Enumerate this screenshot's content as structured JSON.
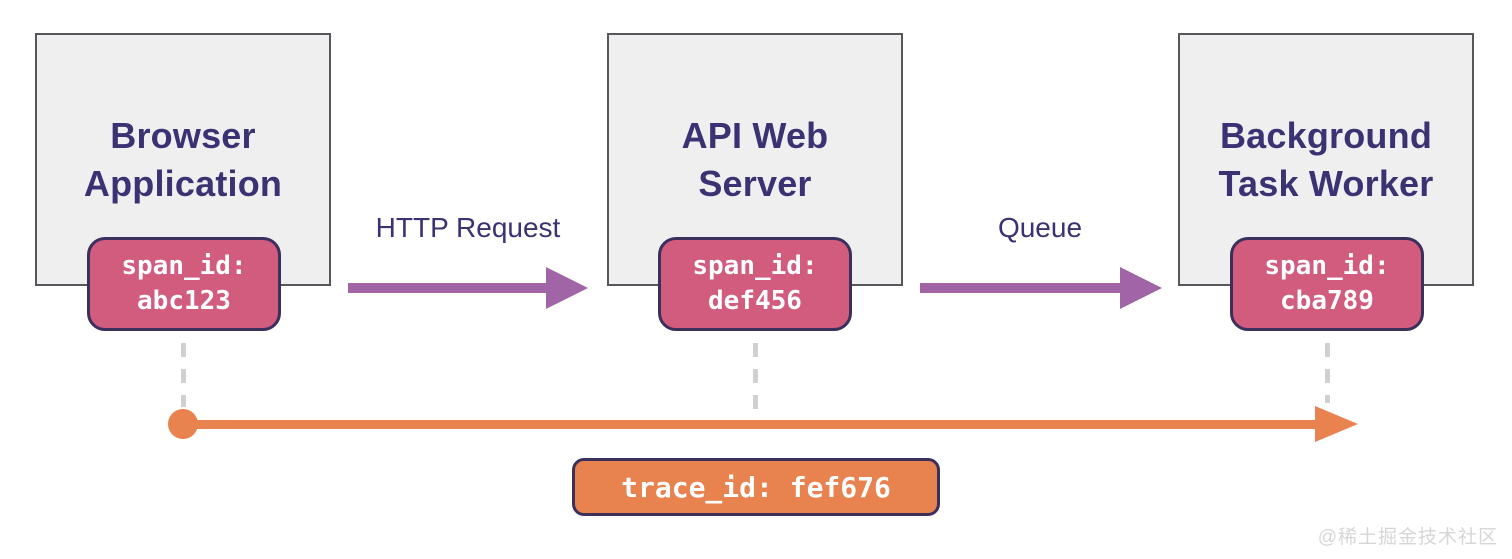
{
  "colors": {
    "navy": "#3a3272",
    "pink": "#d15c7d",
    "purple": "#a164a6",
    "orange": "#e8824f",
    "border_dark": "#3b2f5c",
    "box_fill": "#efeff0",
    "box_border": "#57575b",
    "dash": "#d0d0d0",
    "watermark": "#d6d6d6"
  },
  "nodes": [
    {
      "title_line1": "Browser",
      "title_line2": "Application",
      "span_label": "span_id:",
      "span_value": "abc123"
    },
    {
      "title_line1": "API Web",
      "title_line2": "Server",
      "span_label": "span_id:",
      "span_value": "def456"
    },
    {
      "title_line1": "Background",
      "title_line2": "Task Worker",
      "span_label": "span_id:",
      "span_value": "cba789"
    }
  ],
  "arrows": [
    {
      "label": "HTTP Request"
    },
    {
      "label": "Queue"
    }
  ],
  "trace": {
    "label": "trace_id: fef676"
  },
  "watermark": "@稀土掘金技术社区"
}
